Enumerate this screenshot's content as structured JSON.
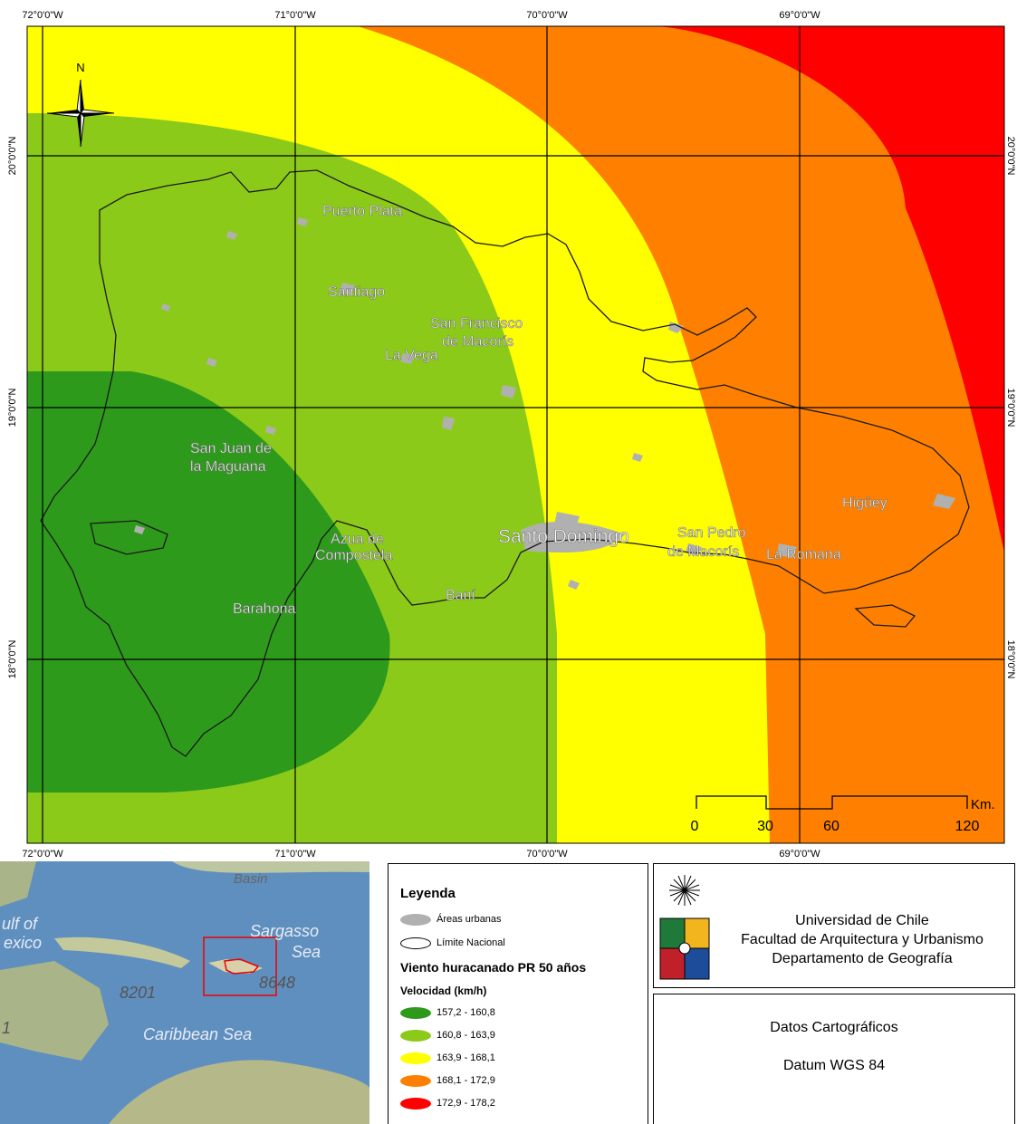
{
  "coords": {
    "top": [
      "72°0'0\"W",
      "71°0'0\"W",
      "70°0'0\"W",
      "69°0'0\"W"
    ],
    "bottom": [
      "72°0'0\"W",
      "71°0'0\"W",
      "70°0'0\"W",
      "69°0'0\"W"
    ],
    "left": [
      "20°0'0\"N",
      "19°0'0\"N",
      "18°0'0\"N"
    ],
    "right": [
      "20°0'0\"N",
      "19°0'0\"N",
      "18°0'0\"N"
    ]
  },
  "north_label": "N",
  "cities": [
    "Puerto Plata",
    "Santiago",
    "San Francisco",
    "de Macorís",
    "La Vega",
    "San Juan de",
    "la Maguana",
    "Azua de",
    "Compostela",
    "Santo Domingo",
    "San Pedro",
    "de Macorís",
    "La Romana",
    "Higüey",
    "Barahona",
    "Baní"
  ],
  "scale": {
    "ticks": [
      "0",
      "30",
      "60",
      "120"
    ],
    "unit": "Km."
  },
  "inset": {
    "labels": [
      "Basin",
      "ulf of",
      "exico",
      "Sargasso",
      "Sea",
      "8201",
      "8648",
      "Caribbean Sea",
      "1"
    ]
  },
  "legend": {
    "title": "Leyenda",
    "urban": "Áreas urbanas",
    "border": "Límite Nacional",
    "layer_title": "Viento huracanado PR 50 años",
    "field": "Velocidad (km/h)",
    "classes": [
      {
        "label": "157,2 - 160,8",
        "color": "#2e9a1c"
      },
      {
        "label": "160,8 - 163,9",
        "color": "#8cca1a"
      },
      {
        "label": "163,9 - 168,1",
        "color": "#ffff00"
      },
      {
        "label": "168,1 - 172,9",
        "color": "#ff8000"
      },
      {
        "label": "172,9 - 178,2",
        "color": "#ff0000"
      }
    ],
    "urban_color": "#b0b0b0"
  },
  "institution": {
    "lines": [
      "Universidad de Chile",
      "Facultad de Arquitectura y Urbanismo",
      "Departamento de Geografía"
    ]
  },
  "datos": {
    "title": "Datos Cartográficos",
    "datum": "Datum WGS 84"
  }
}
